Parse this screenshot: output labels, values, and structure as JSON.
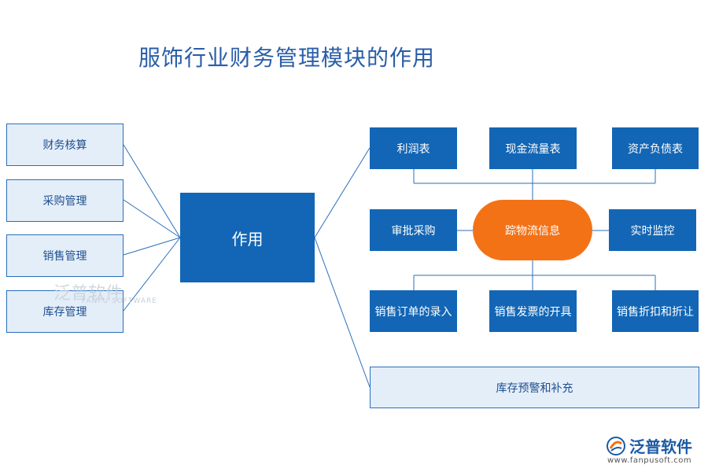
{
  "title": "服饰行业财务管理模块的作用",
  "center": "作用",
  "left_items": [
    "财务核算",
    "采购管理",
    "销售管理",
    "库存管理"
  ],
  "top_row": [
    "利润表",
    "现金流量表",
    "资产负债表"
  ],
  "middle_row": {
    "left": "审批采购",
    "hub": "踪物流信息",
    "right": "实时监控"
  },
  "bottom_row": [
    "销售订单的录入",
    "销售发票的开具",
    "销售折扣和折让"
  ],
  "wide_item": "库存预警和补充",
  "watermark": {
    "text": "泛普软件",
    "sub": "FANPU SOFTWARE"
  },
  "logo": {
    "text": "泛普软件",
    "url": "www.fanpusoft.com"
  },
  "colors": {
    "title": "#2a5ea8",
    "blue_box": "#1366b5",
    "light_box": "#e4eef9",
    "border": "#2a6fbb",
    "hub": "#f47216"
  }
}
